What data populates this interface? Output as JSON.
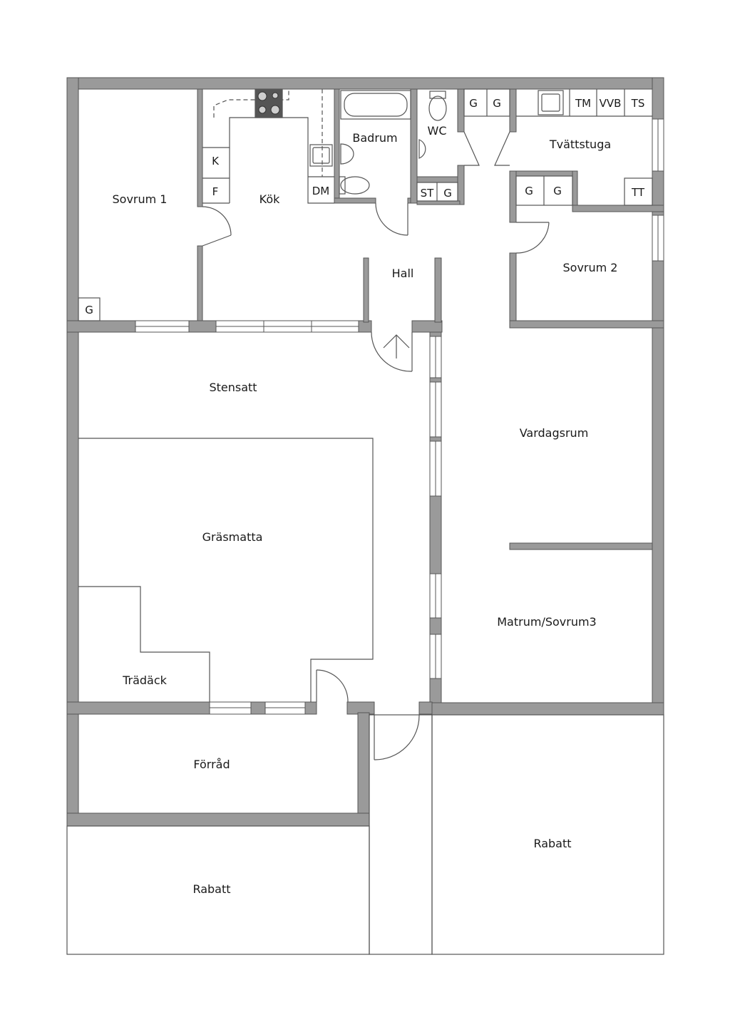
{
  "rooms": {
    "sovrum1": "Sovrum 1",
    "kok": "Kök",
    "badrum": "Badrum",
    "wc": "WC",
    "tvattstuga": "Tvättstuga",
    "hall": "Hall",
    "sovrum2": "Sovrum 2",
    "stensatt": "Stensatt",
    "vardagsrum": "Vardagsrum",
    "grasmatta": "Gräsmatta",
    "matrum": "Matrum/Sovrum3",
    "tradack": "Trädäck",
    "forrad": "Förråd",
    "rabatt_left": "Rabatt",
    "rabatt_right": "Rabatt"
  },
  "fixtures": {
    "k": "K",
    "f": "F",
    "dm": "DM",
    "st": "ST",
    "g": "G",
    "tm": "TM",
    "vvb": "VVB",
    "ts": "TS",
    "tt": "TT"
  },
  "colors": {
    "wall": "#9a9a9a",
    "line": "#555555",
    "background": "#ffffff"
  }
}
